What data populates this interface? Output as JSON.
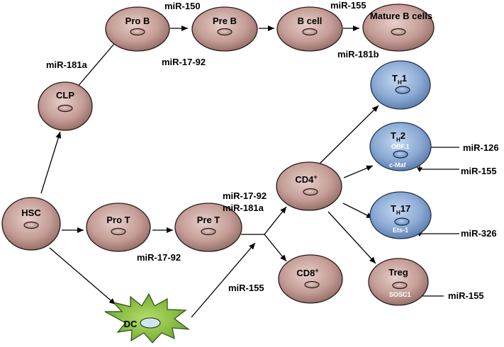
{
  "cells": {
    "hsc": "HSC",
    "clp": "CLP",
    "pro_b": "Pro B",
    "pre_b": "Pre B",
    "b_cell": "B cell",
    "mature_b": "Mature B cells",
    "pro_t": "Pro T",
    "pre_t": "Pre T",
    "dc": "DC",
    "cd4": "CD4",
    "cd4_sup": "+",
    "cd8": "CD8",
    "cd8_sup": "+",
    "th1_main": "T",
    "th1_sub": "H",
    "th1_tail": "1",
    "th2_main": "T",
    "th2_sub": "H",
    "th2_tail": "2",
    "th17_main": "T",
    "th17_sub": "H",
    "th17_tail": "17",
    "treg": "Treg"
  },
  "genes": {
    "obf1": "OBF.1",
    "cmaf": "c-Maf",
    "ets1": "Ets-1",
    "sosc1": "SOSC1"
  },
  "mirnas": {
    "clp_to_prob": "miR-181a",
    "prob_to_preb_top": "miR-150",
    "prob_to_preb_bottom": "miR-17-92",
    "bcell_to_mature_top": "miR-155",
    "bcell_to_mature_bottom": "miR-181b",
    "prot_to_pret": "miR-17-92",
    "pret_line1": "miR-17-92",
    "pret_line2": "miR-181a",
    "dc_path": "miR-155",
    "th2_obf1": "miR-126",
    "th2_cmaf": "miR-155",
    "th17_ets1": "miR-326",
    "treg_sosc1": "miR-155"
  },
  "colors": {
    "cell_fill": "#c9a29b",
    "cell_border": "#2a1a18",
    "th_fill": "#8faed6",
    "th_border": "#22324f",
    "dc_fill": "#8cc43e",
    "nucleus_brown": "#c39a94",
    "nucleus_blue": "#7c9fd0",
    "nucleus_dc": "#cfe6ee"
  }
}
